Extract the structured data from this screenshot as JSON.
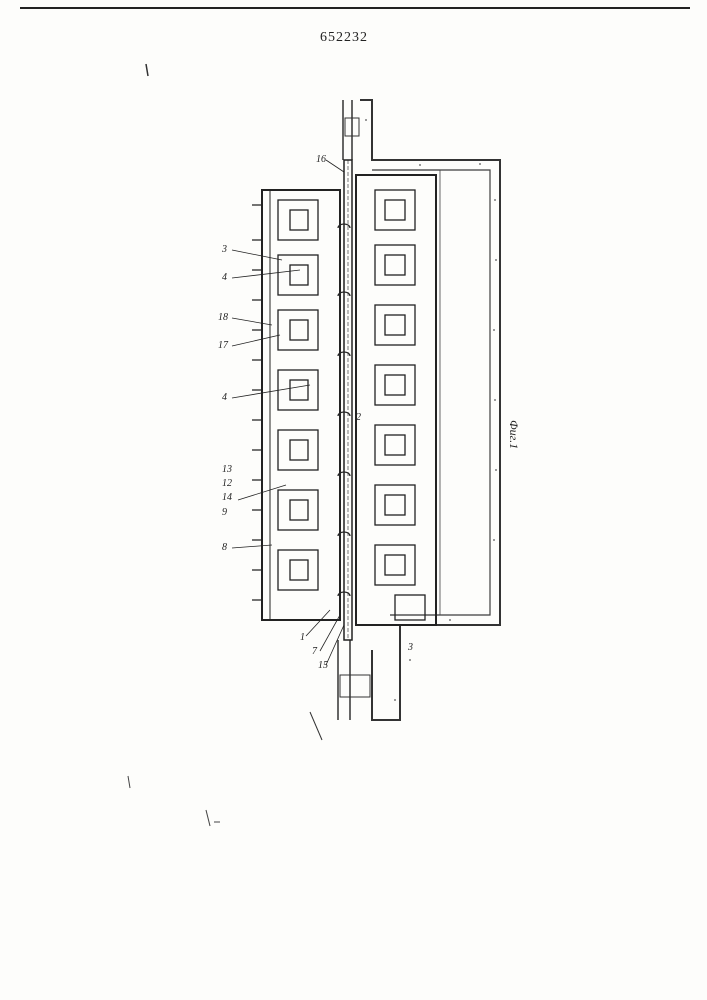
{
  "document": {
    "patent_number": "652232",
    "figure_caption": "Фиг.1"
  },
  "labels": {
    "l3_top": "3",
    "l4_top": "4",
    "l18": "18",
    "l17": "17",
    "l4_mid": "4",
    "l13": "13",
    "l12": "12",
    "l14": "14",
    "l9": "9",
    "l8": "8",
    "l1": "1",
    "l7": "7",
    "l15": "15",
    "l3_bot": "3",
    "l16": "16",
    "l2": "2"
  }
}
